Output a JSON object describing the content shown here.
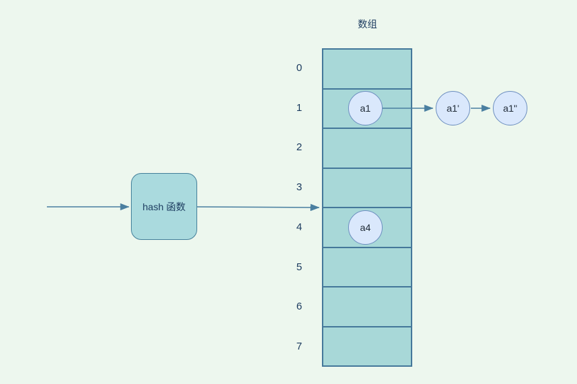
{
  "title": "数组",
  "hash_box": {
    "label": "hash 函数"
  },
  "array": {
    "indices": [
      "0",
      "1",
      "2",
      "3",
      "4",
      "5",
      "6",
      "7"
    ]
  },
  "nodes": {
    "a1": {
      "label": "a1"
    },
    "a4": {
      "label": "a4"
    },
    "a1p": {
      "label": "a1'"
    },
    "a1pp": {
      "label": "a1\""
    }
  },
  "colors": {
    "background": "#edf7ee",
    "cell_fill": "#a8d8d8",
    "cell_border": "#45789a",
    "box_fill": "#aadade",
    "box_border": "#45809a",
    "node_fill": "#dae8fc",
    "node_border": "#6c8ebf",
    "arrow": "#4a7fa0",
    "label_text": "#1b3a5e",
    "node_text": "#1f2a36"
  }
}
